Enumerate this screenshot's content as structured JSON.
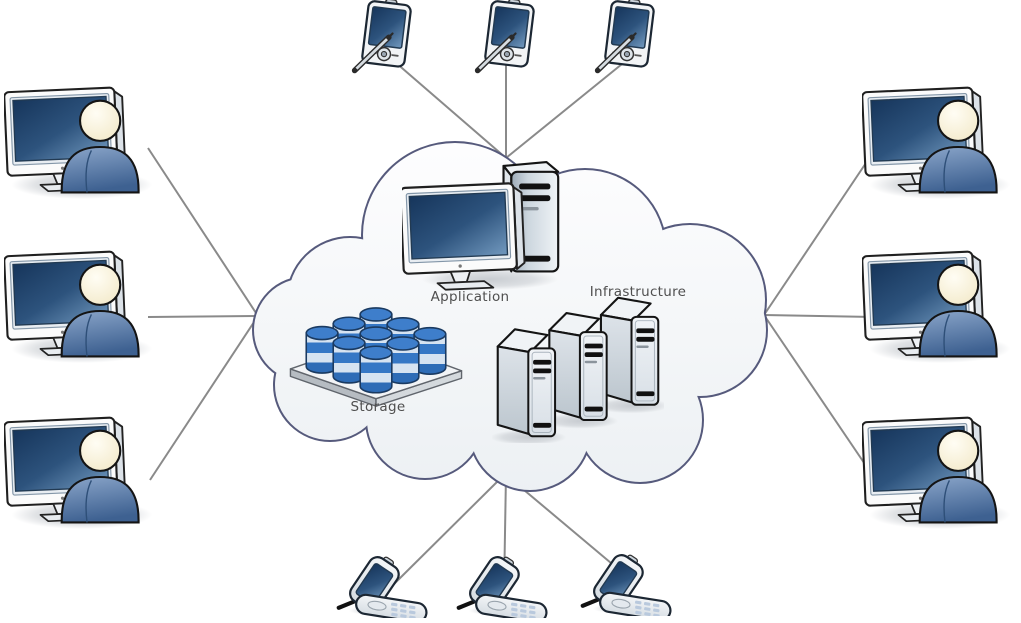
{
  "diagram": {
    "cloud": {
      "labels": {
        "application": "Application",
        "infrastructure": "Infrastructure",
        "storage": "Storage"
      },
      "components": [
        "application-computer-icon",
        "infrastructure-servers-icon",
        "storage-databases-icon"
      ]
    },
    "devices": {
      "top": {
        "icon": "pda-icon",
        "count": 3
      },
      "bottom": {
        "icon": "mobile-phone-icon",
        "count": 3
      },
      "left": {
        "icon": "user-workstation-icon",
        "count": 3
      },
      "right": {
        "icon": "user-workstation-icon",
        "count": 3
      }
    },
    "connections": {
      "count": 12,
      "style": "straight-gray-line"
    },
    "colors": {
      "cloud_outline": "#565a7c",
      "cloud_fill_top": "#fdfdfe",
      "cloud_fill_bottom": "#ecf0f3",
      "connector_line": "#8a8a8a",
      "screen_blue_dark": "#1b3a60",
      "screen_blue_light": "#6890b5",
      "database_blue": "#3577c5",
      "person_body_blue": "#4a6b96",
      "label_text": "#4f4f4f"
    }
  }
}
